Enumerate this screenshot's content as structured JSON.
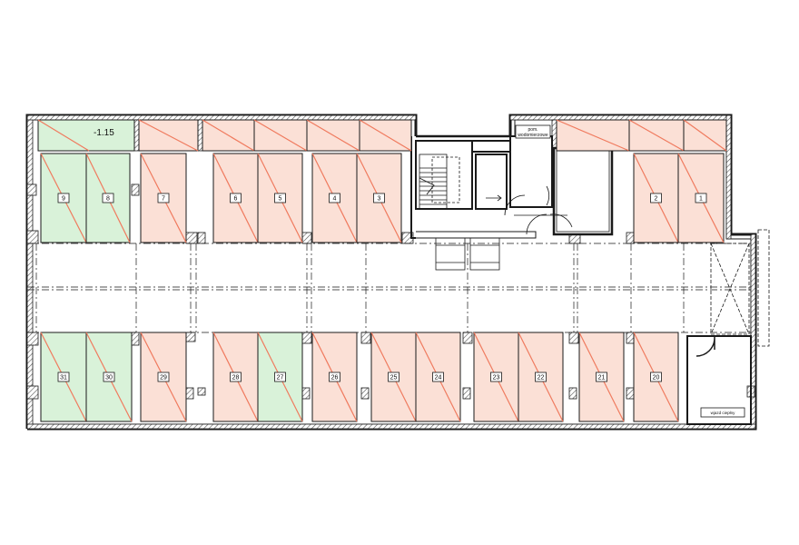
{
  "level": "-1.15",
  "rooms": {
    "meter_room_line1": "pom.",
    "meter_room_line2": "wodomierzowe",
    "ramp_exit": "wjazd ciepłny"
  },
  "spots": [
    {
      "label": "9",
      "status": "available"
    },
    {
      "label": "8",
      "status": "available"
    },
    {
      "label": "7",
      "status": "sold"
    },
    {
      "label": "6",
      "status": "sold"
    },
    {
      "label": "5",
      "status": "sold"
    },
    {
      "label": "4",
      "status": "sold"
    },
    {
      "label": "3",
      "status": "sold"
    },
    {
      "label": "2",
      "status": "sold"
    },
    {
      "label": "1",
      "status": "sold"
    },
    {
      "label": "31",
      "status": "available"
    },
    {
      "label": "30",
      "status": "available"
    },
    {
      "label": "29",
      "status": "sold"
    },
    {
      "label": "28",
      "status": "sold"
    },
    {
      "label": "27",
      "status": "available"
    },
    {
      "label": "26",
      "status": "sold"
    },
    {
      "label": "25",
      "status": "sold"
    },
    {
      "label": "24",
      "status": "sold"
    },
    {
      "label": "23",
      "status": "sold"
    },
    {
      "label": "22",
      "status": "sold"
    },
    {
      "label": "21",
      "status": "sold"
    },
    {
      "label": "20",
      "status": "sold"
    }
  ],
  "storage_units": [
    {
      "status": "available"
    },
    {
      "status": "sold"
    },
    {
      "status": "sold"
    },
    {
      "status": "sold"
    },
    {
      "status": "sold"
    },
    {
      "status": "sold"
    },
    {
      "status": "sold"
    },
    {
      "status": "sold"
    },
    {
      "status": "sold"
    }
  ],
  "colors": {
    "available_fill": "#d9f2d9",
    "sold_fill": "#fbe0d6",
    "sold_slash": "#f07a5e",
    "wall": "#1a1a1a",
    "hatch": "#555555"
  }
}
